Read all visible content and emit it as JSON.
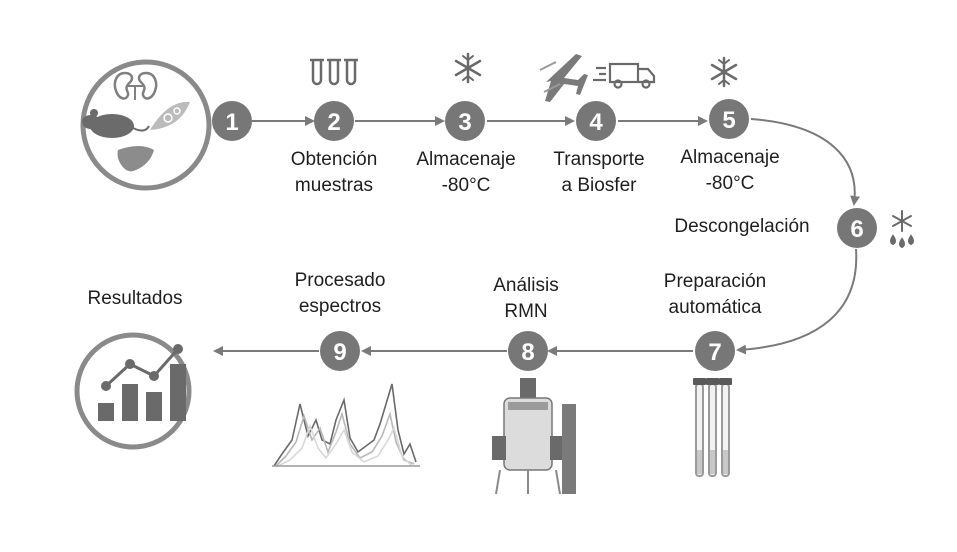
{
  "steps": [
    {
      "number": "1"
    },
    {
      "number": "2",
      "label": [
        "Obtención",
        "muestras"
      ]
    },
    {
      "number": "3",
      "label": [
        "Almacenaje",
        "-80°C"
      ]
    },
    {
      "number": "4",
      "label": [
        "Transporte",
        "a Biosfer"
      ]
    },
    {
      "number": "5",
      "label": [
        "Almacenaje",
        "-80°C"
      ]
    },
    {
      "number": "6",
      "label": [
        "Descongelación"
      ]
    },
    {
      "number": "7",
      "label": [
        "Preparación",
        "automática"
      ]
    },
    {
      "number": "8",
      "label": [
        "Análisis",
        "RMN"
      ]
    },
    {
      "number": "9",
      "label": [
        "Procesado",
        "espectros"
      ]
    }
  ],
  "results": {
    "label": "Resultados"
  },
  "icons": [
    "mouse-organs-icon",
    "test-tubes-icon",
    "snowflake-icon",
    "airplane-icon",
    "truck-icon",
    "thawing-snowflake-icon",
    "sample-tubes-icon",
    "nmr-spectrometer-icon",
    "spectra-icon",
    "bar-chart-trend-icon"
  ],
  "colors": {
    "circle": "#777777",
    "arrow": "#7a7a7a",
    "ring": "#8a8a8a",
    "text": "#1f1f1f"
  }
}
